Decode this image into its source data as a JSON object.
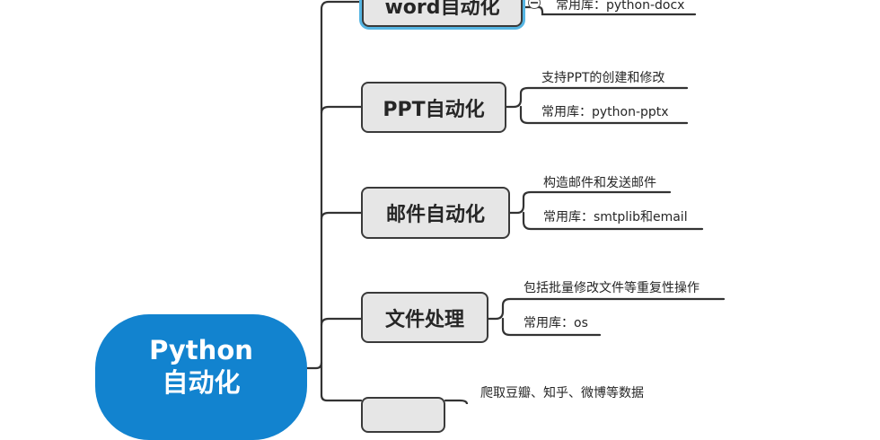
{
  "root": {
    "line1": "Python",
    "line2": "自动化"
  },
  "branches": [
    {
      "label": "word自动化",
      "selected": true,
      "notes": [
        "常用库：python-docx"
      ]
    },
    {
      "label": "PPT自动化",
      "selected": false,
      "notes": [
        "支持PPT的创建和修改",
        "常用库：python-pptx"
      ]
    },
    {
      "label": "邮件自动化",
      "selected": false,
      "notes": [
        "构造邮件和发送邮件",
        "常用库：smtplib和email"
      ]
    },
    {
      "label": "文件处理",
      "selected": false,
      "notes": [
        "包括批量修改文件等重复性操作",
        "常用库：os"
      ]
    },
    {
      "label": "",
      "selected": false,
      "notes": [
        "爬取豆瓣、知乎、微博等数据"
      ]
    }
  ],
  "colors": {
    "root": "#1283cf",
    "node_fill": "#e6e6e6",
    "line": "#333333",
    "selection": "#55b5e3"
  }
}
